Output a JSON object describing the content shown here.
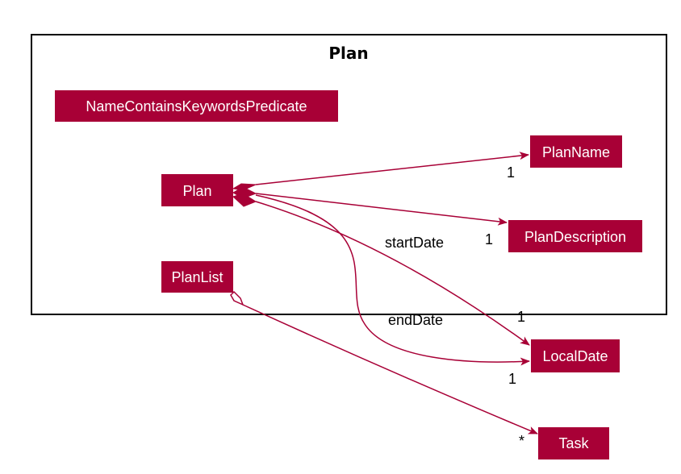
{
  "package": {
    "title": "Plan"
  },
  "colors": {
    "class_fill": "#A80036",
    "class_text": "#FFFFFF",
    "edge": "#A80036",
    "package_border": "#000000"
  },
  "classes": {
    "name_contains_keywords_predicate": "NameContainsKeywordsPredicate",
    "plan": "Plan",
    "plan_list": "PlanList",
    "plan_name": "PlanName",
    "plan_description": "PlanDescription",
    "local_date": "LocalDate",
    "task": "Task"
  },
  "relations": {
    "plan_to_plan_name": {
      "type": "composition",
      "multiplicity": "1"
    },
    "plan_to_plan_description": {
      "type": "composition",
      "multiplicity": "1"
    },
    "plan_to_start_date": {
      "type": "composition",
      "role": "startDate",
      "multiplicity": "1"
    },
    "plan_to_end_date": {
      "type": "composition",
      "role": "endDate",
      "multiplicity": "1"
    },
    "plan_list_to_task": {
      "type": "aggregation",
      "multiplicity": "*"
    }
  }
}
